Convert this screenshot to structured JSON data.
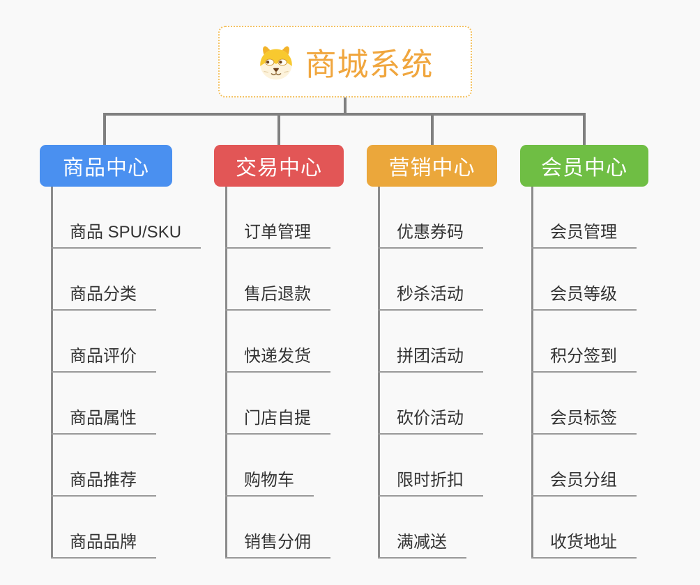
{
  "root": {
    "title": "商城系统",
    "icon": "dog-face-icon",
    "title_color": "#F0A63E",
    "border_color": "#F4C263"
  },
  "branches": [
    {
      "label": "商品中心",
      "color": "#4A90F0",
      "items": [
        "商品 SPU/SKU",
        "商品分类",
        "商品评价",
        "商品属性",
        "商品推荐",
        "商品品牌"
      ]
    },
    {
      "label": "交易中心",
      "color": "#E25656",
      "items": [
        "订单管理",
        "售后退款",
        "快递发货",
        "门店自提",
        "购物车",
        "销售分佣"
      ]
    },
    {
      "label": "营销中心",
      "color": "#EBA73B",
      "items": [
        "优惠券码",
        "秒杀活动",
        "拼团活动",
        "砍价活动",
        "限时折扣",
        "满减送"
      ]
    },
    {
      "label": "会员中心",
      "color": "#6FBE44",
      "items": [
        "会员管理",
        "会员等级",
        "积分签到",
        "会员标签",
        "会员分组",
        "收货地址"
      ]
    }
  ],
  "colors": {
    "connector": "#808080",
    "spine": "#8C8C8C",
    "underline": "#999999",
    "leaf_text": "#333333",
    "background": "#F9F9F9"
  }
}
